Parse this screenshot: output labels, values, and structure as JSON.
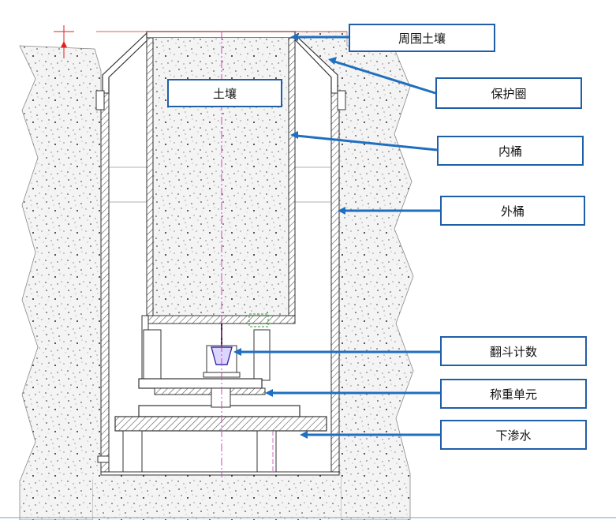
{
  "labels": {
    "soil": "土壤",
    "surrounding_soil": "周围土壤",
    "protective_ring": "保护圈",
    "inner_barrel": "内桶",
    "outer_barrel": "外桶",
    "tipping_counter": "翻斗计数",
    "weighing_unit": "称重单元",
    "drainage": "下渗水"
  },
  "colors": {
    "leader": "#1f6fc0",
    "box_border": "#1f5fa8",
    "centerline": "#d040c0",
    "hatch": "#555555",
    "marker": "#e02020"
  }
}
